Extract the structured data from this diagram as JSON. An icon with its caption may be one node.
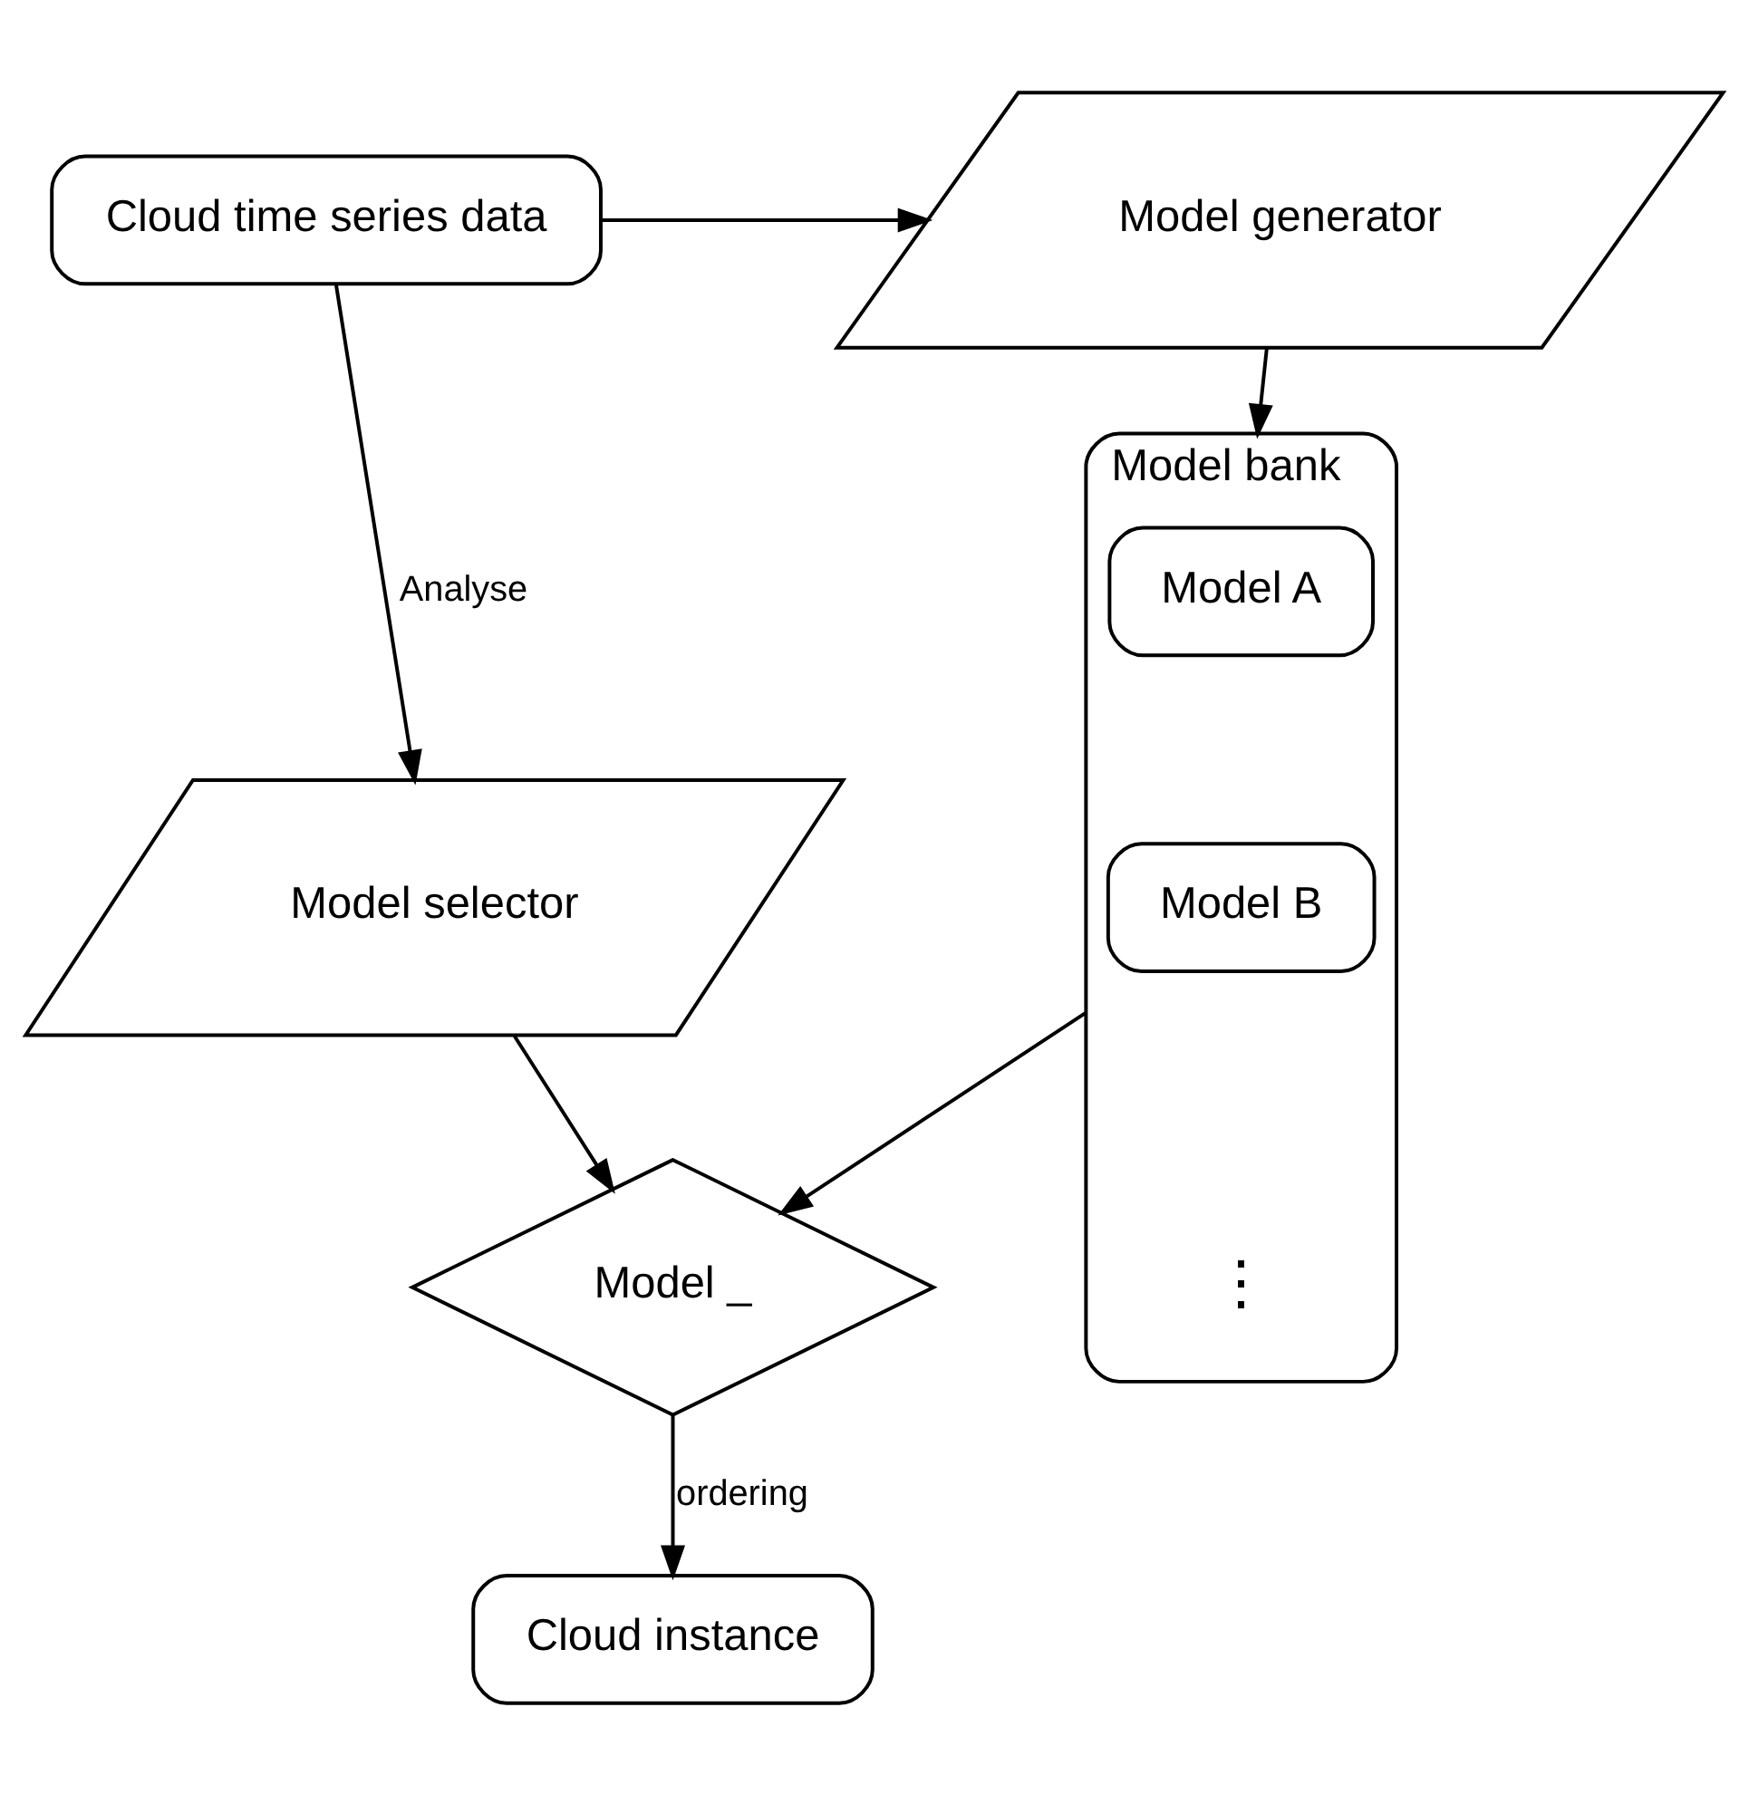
{
  "diagram": {
    "nodes": [
      {
        "text": [
          "Cloud time series data"
        ]
      },
      {
        "text": [
          "Model generator"
        ]
      },
      {
        "text": [
          "Model bank"
        ]
      },
      {
        "text": [
          "Model A"
        ],
        "in": 2
      },
      {
        "text": [
          "Model B"
        ],
        "in": 2
      },
      {
        "text": [
          "Model selector"
        ]
      },
      {
        "text": [
          "Model _"
        ]
      },
      {
        "text": [
          "Cloud instance"
        ]
      }
    ],
    "edges": [
      {
        "from": 0,
        "to": 1,
        "arrow": "to"
      },
      {
        "from": 1,
        "to": 2,
        "arrow": "to"
      },
      {
        "from": 0,
        "to": 5,
        "arrow": "to",
        "label": "Analyse"
      },
      {
        "from": 5,
        "to": 6,
        "arrow": "to"
      },
      {
        "from": 2,
        "to": 6,
        "arrow": "to"
      },
      {
        "from": 6,
        "to": 7,
        "arrow": "to",
        "label": "ordering"
      }
    ],
    "labels": [
      "⋮"
    ]
  }
}
